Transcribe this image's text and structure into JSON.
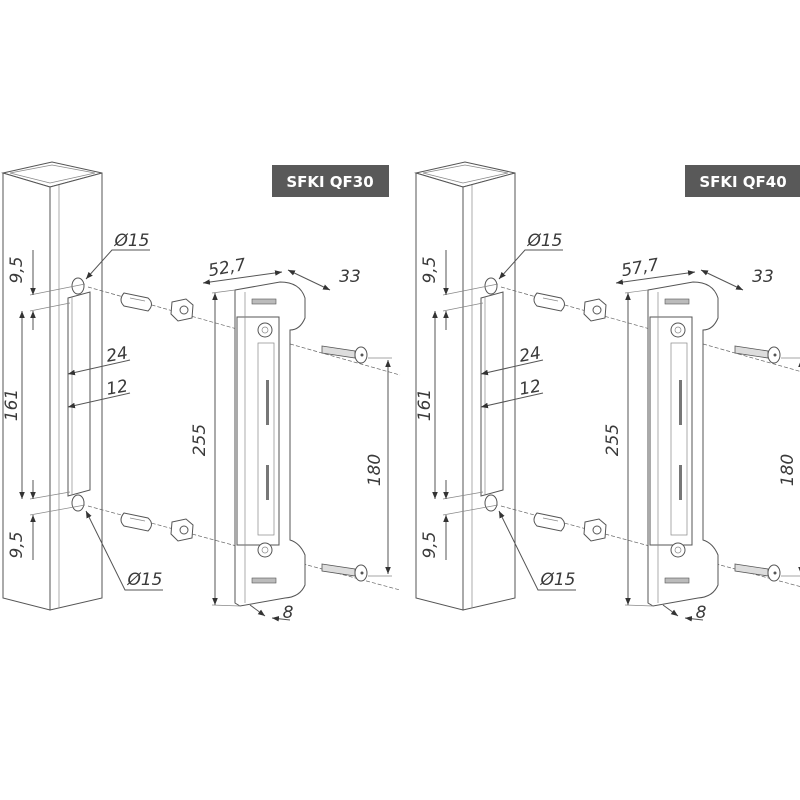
{
  "panels": [
    {
      "model_label": "SFKI QF30",
      "dimensions": {
        "hole_top_offset": "9,5",
        "slot_height": "161",
        "hole_bottom_offset": "9,5",
        "slot_width_outer": "24",
        "slot_width_inner": "12",
        "hole_diameter_top": "Ø15",
        "hole_diameter_bottom": "Ø15",
        "bracket_depth": "52,7",
        "bracket_width": "33",
        "bracket_height": "255",
        "screw_spacing": "180",
        "bracket_thickness": "8"
      }
    },
    {
      "model_label": "SFKI QF40",
      "dimensions": {
        "hole_top_offset": "9,5",
        "slot_height": "161",
        "hole_bottom_offset": "9,5",
        "slot_width_outer": "24",
        "slot_width_inner": "12",
        "hole_diameter_top": "Ø15",
        "hole_diameter_bottom": "Ø15",
        "bracket_depth": "57,7",
        "bracket_width": "33",
        "bracket_height": "255",
        "screw_spacing": "180",
        "bracket_thickness": "8"
      }
    }
  ],
  "colors": {
    "label_bg": "#595959",
    "line": "#555555"
  }
}
